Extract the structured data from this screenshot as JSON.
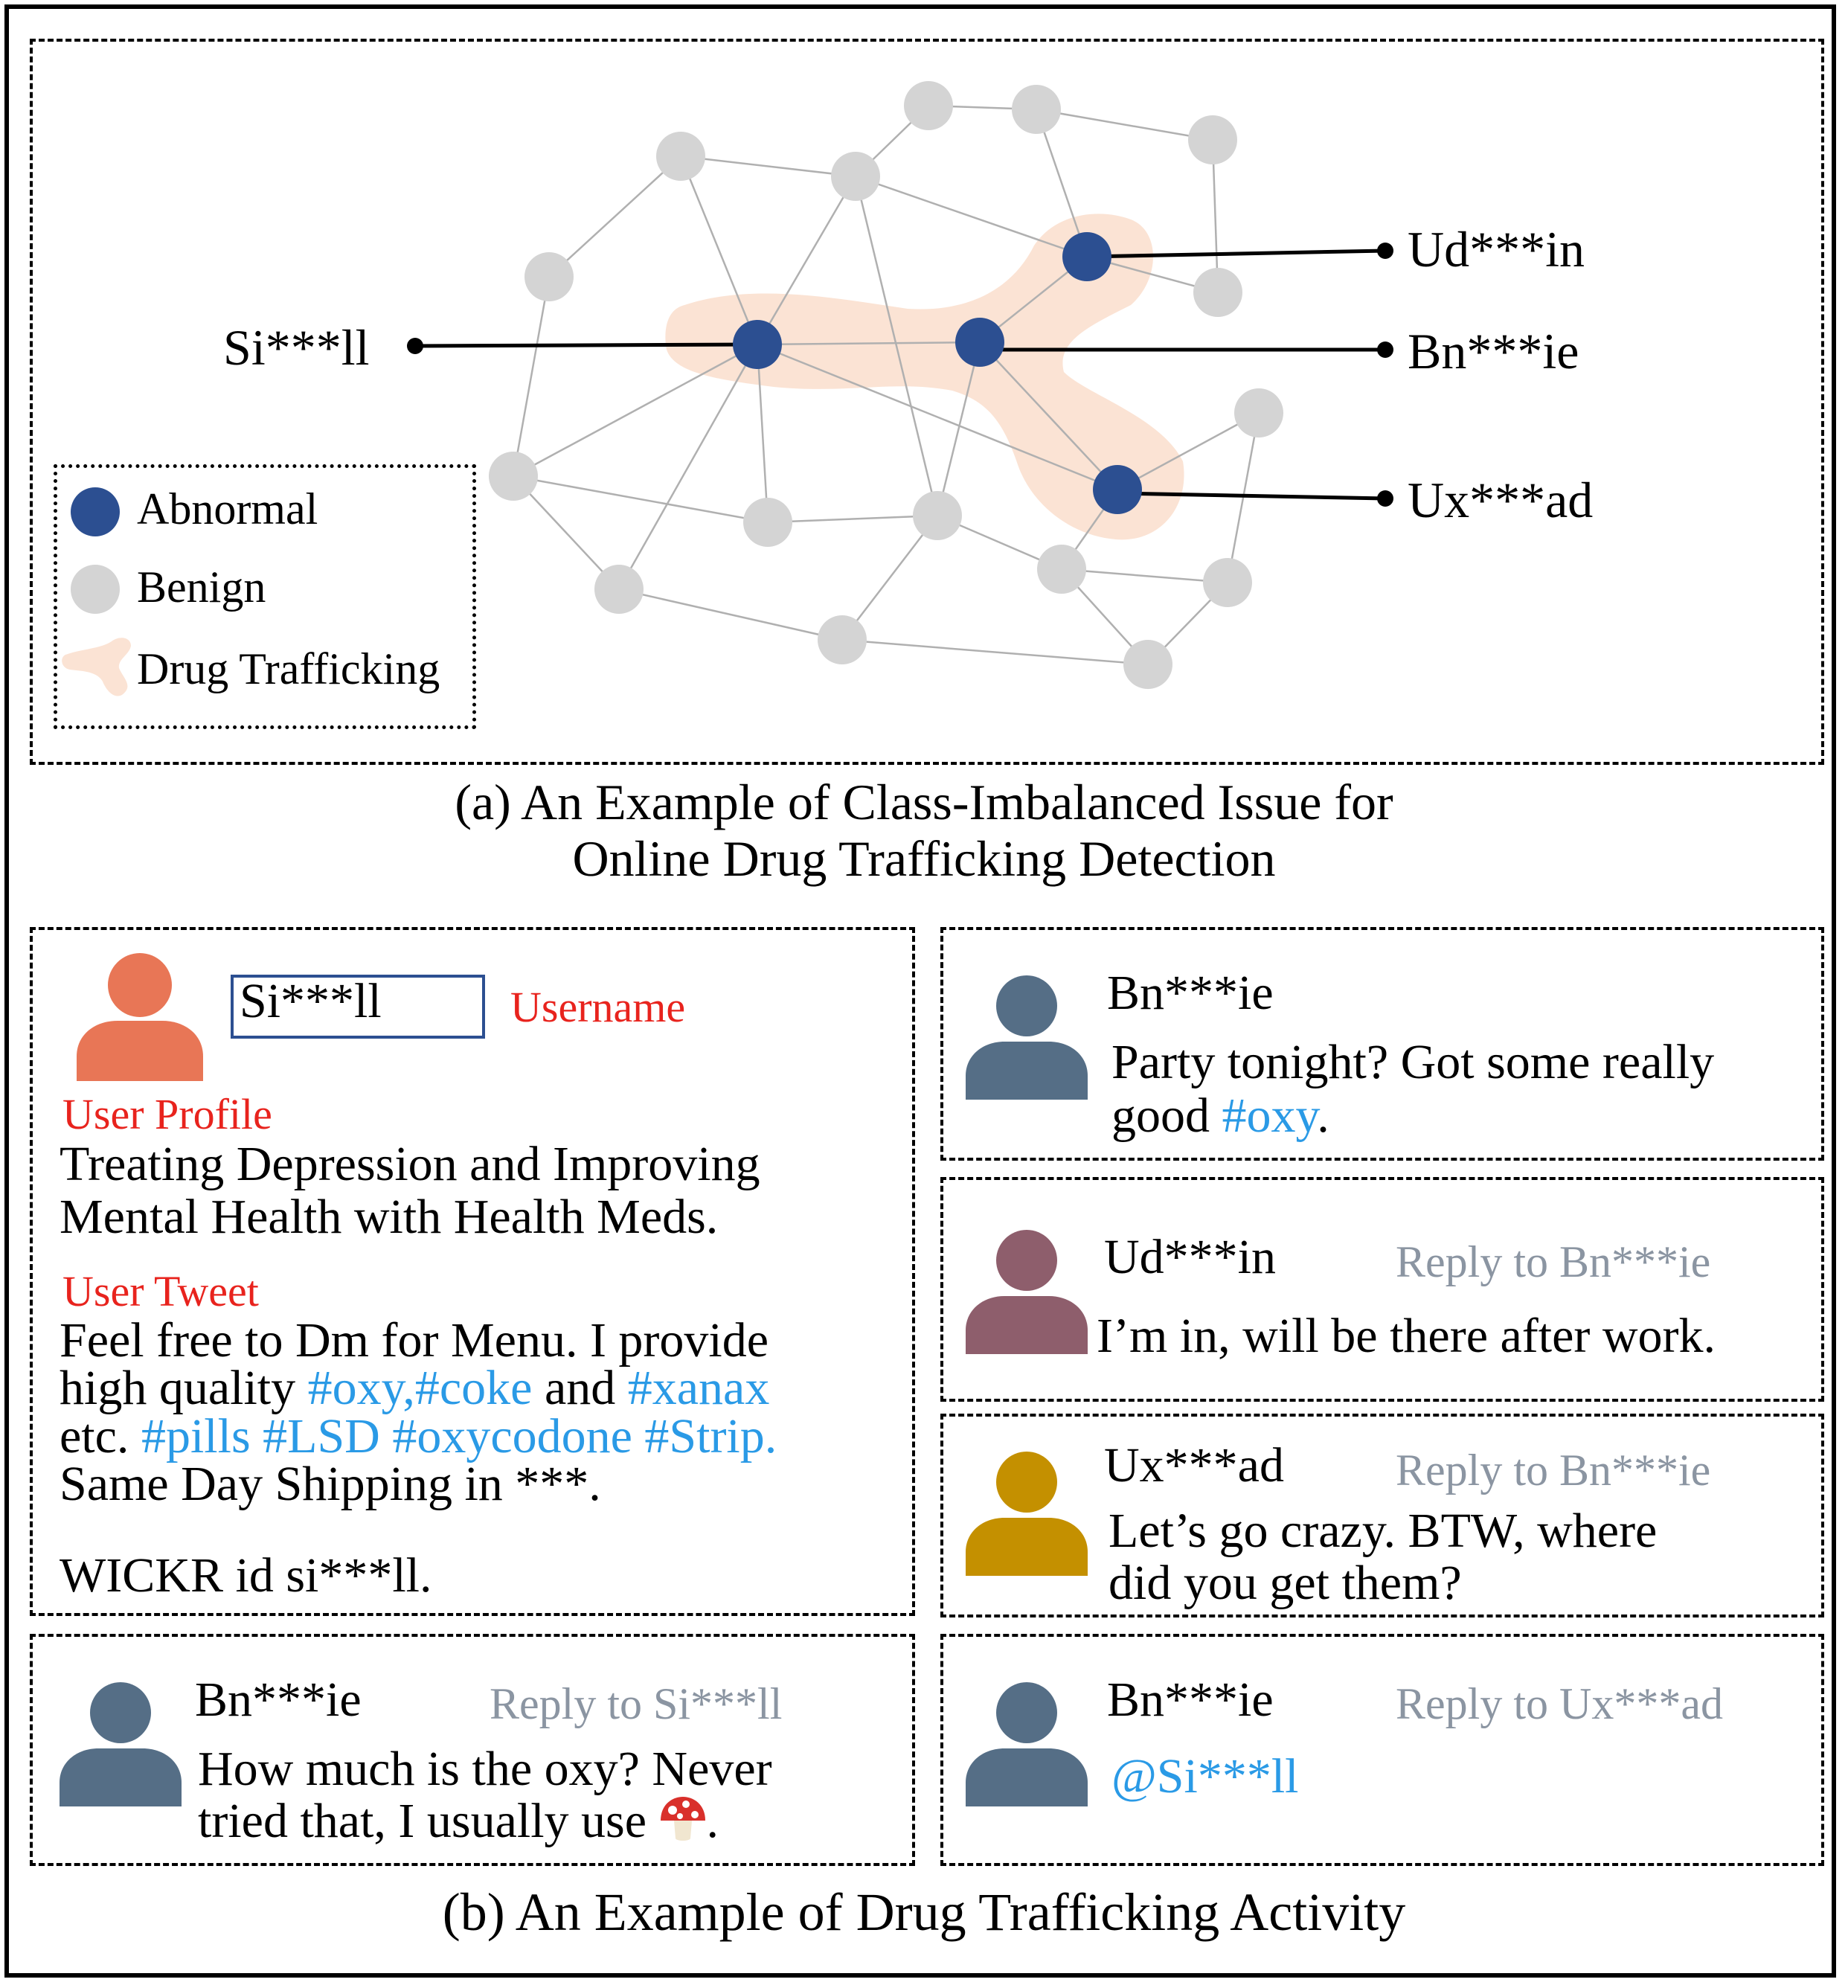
{
  "graph": {
    "labels": {
      "si": "Si***ll",
      "ud": "Ud***in",
      "bn": "Bn***ie",
      "ux": "Ux***ad"
    },
    "legend": {
      "abnormal": "Abnormal",
      "benign": "Benign",
      "trafficking": "Drug Trafficking"
    },
    "colors": {
      "abnormal": "#2c4f91",
      "benign": "#d4d4d4",
      "trafficking": "#fbe3d4",
      "edge": "#b0b0b0"
    }
  },
  "caption_a": {
    "line1": "(a) An Example of Class-Imbalanced Issue for",
    "line2": "Online Drug Trafficking Detection"
  },
  "profile_post": {
    "username": "Si***ll",
    "username_tag": "Username",
    "profile_tag": "User Profile",
    "profile_line1": "Treating Depression and Improving",
    "profile_line2": "Mental Health with Health Meds.",
    "tweet_tag": "User Tweet",
    "tweet_line1": "Feel free to Dm for Menu. I provide",
    "tweet_line2_a": "high quality ",
    "tweet_line2_b": "#oxy,#coke",
    "tweet_line2_c": " and ",
    "tweet_line2_d": "#xanax",
    "tweet_line3_a": "etc. ",
    "tweet_line3_b": "#pills #LSD #oxycodone #Strip.",
    "tweet_line4": "Same Day Shipping in ***.",
    "tweet_line5": "WICKR id si***ll.",
    "avatar_color": "#e87656"
  },
  "reply_bottom_left": {
    "user": "Bn***ie",
    "reply_to": "Reply to Si***ll",
    "line1": "How much is the oxy? Never",
    "line2": "tried that, I usually use ",
    "line2_end": ".",
    "emoji": "mushroom-icon",
    "avatar_color": "#556e86"
  },
  "post_bn": {
    "user": "Bn***ie",
    "line1": "Party tonight? Got some really",
    "line2_a": "good ",
    "line2_b": "#oxy",
    "line2_c": ".",
    "avatar_color": "#556e86"
  },
  "post_ud": {
    "user": "Ud***in",
    "reply_to": "Reply to Bn***ie",
    "line1": "I’m in, will be there after work.",
    "avatar_color": "#8e5e6c"
  },
  "post_ux": {
    "user": "Ux***ad",
    "reply_to": "Reply to Bn***ie",
    "line1": "Let’s go crazy. BTW, where",
    "line2": "did you get them?",
    "avatar_color": "#c49000"
  },
  "post_bn2": {
    "user": "Bn***ie",
    "reply_to": "Reply to Ux***ad",
    "line1": "@Si***ll",
    "avatar_color": "#556e86"
  },
  "caption_b": "(b) An Example of Drug Trafficking Activity"
}
